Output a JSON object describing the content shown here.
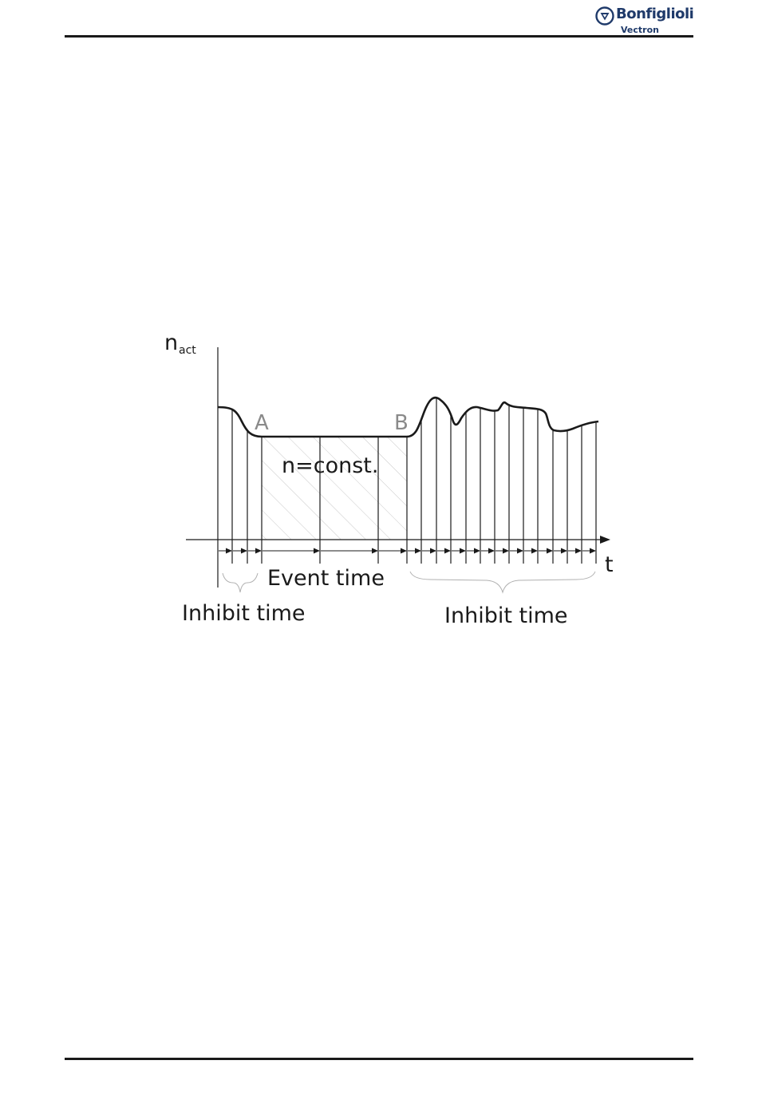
{
  "header": {
    "logo_brand": "Bonfiglioli",
    "logo_sub": "Vectron",
    "logo_icon": "bonfiglioli-shield-icon",
    "brand_color": "#1f3a6a"
  },
  "diagram": {
    "y_axis_label": "n",
    "y_axis_subscript": "act",
    "x_axis_label": "t",
    "point_a": "A",
    "point_b": "B",
    "region_label": "n=const.",
    "event_time_label": "Event time",
    "inhibit_time_left": "Inhibit time",
    "inhibit_time_right": "Inhibit time"
  }
}
